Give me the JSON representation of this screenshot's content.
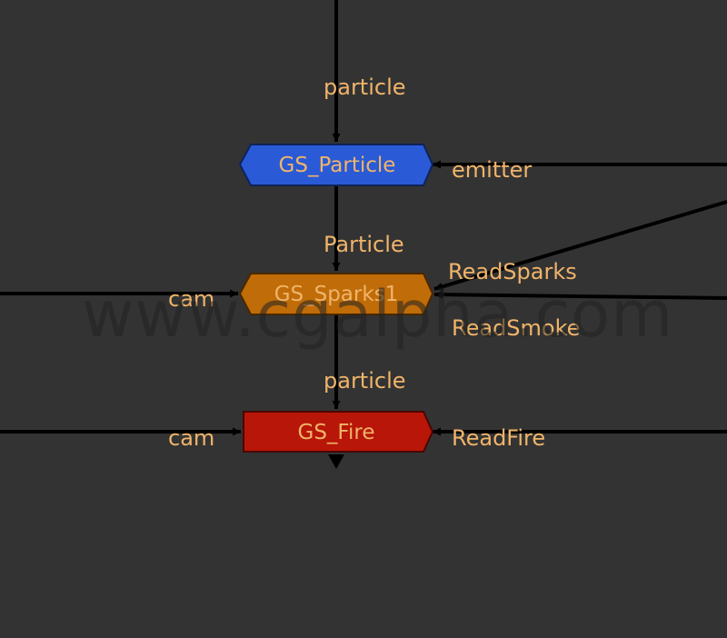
{
  "colors": {
    "background": "#333333",
    "edge": "#000000",
    "label": "#f0b46a",
    "node_text": "#f0b46a"
  },
  "nodes": {
    "particle": {
      "label": "GS_Particle",
      "fill": "#2a5ad6",
      "stroke": "#0f235a"
    },
    "sparks": {
      "label": "GS_Sparks1",
      "fill": "#c06c08",
      "stroke": "#4a2800"
    },
    "fire": {
      "label": "GS_Fire",
      "fill": "#b81608",
      "stroke": "#4a0600"
    }
  },
  "ports": {
    "particle_input": "particle",
    "particle_emitter": "emitter",
    "sparks_input": "Particle",
    "sparks_cam": "cam",
    "sparks_readsparks": "ReadSparks",
    "sparks_readsmoke": "ReadSmoke",
    "fire_input": "particle",
    "fire_cam": "cam",
    "fire_readfire": "ReadFire"
  },
  "watermark": "www.cgalpha.com"
}
